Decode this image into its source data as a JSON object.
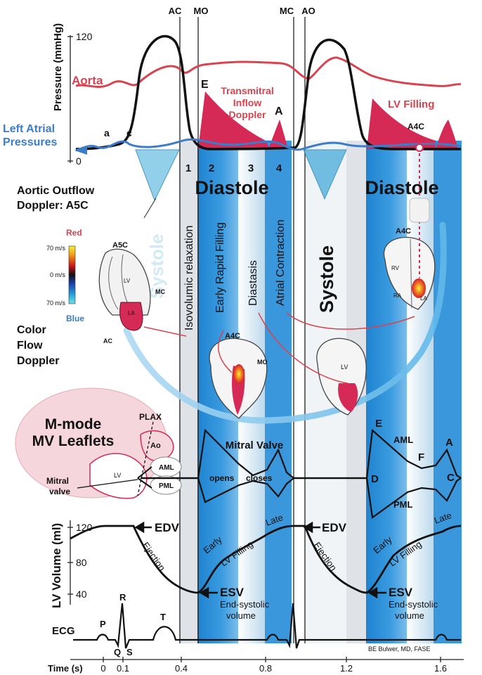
{
  "valve_events": {
    "ac": "AC",
    "mo": "MO",
    "mc": "MC",
    "ao": "AO"
  },
  "axes": {
    "pressure_label": "Pressure (mmHg)",
    "pressure_ticks": [
      "120",
      "0"
    ],
    "volume_label": "LV Volume (ml)",
    "volume_ticks": [
      "120",
      "80",
      "40"
    ],
    "time_label": "Time (s)",
    "time_ticks": [
      "0",
      "0.1",
      "0.4",
      "0.8",
      "1.2",
      "1.6"
    ]
  },
  "pressure": {
    "aorta": "Aorta",
    "left_atrial_1": "Left Atrial",
    "left_atrial_2": "Pressures",
    "wave_a": "a",
    "wave_c": "c",
    "E": "E",
    "A": "A",
    "transmitral_1": "Transmitral",
    "transmitral_2": "Inflow",
    "transmitral_3": "Doppler",
    "lv_filling": "LV Filling",
    "a4c": "A4C"
  },
  "phases": {
    "n1": "1",
    "n2": "2",
    "n3": "3",
    "n4": "4",
    "diastole_1": "Diastole",
    "diastole_2": "Diastole",
    "systole_1": "Systole",
    "systole_ghost": "Systole",
    "isovolumic": "Isovolumic relaxation",
    "early_rapid": "Early Rapid Filling",
    "diastasis": "Diastasis",
    "atrial": "Atrial Contraction"
  },
  "doppler": {
    "aortic_1": "Aortic Outflow",
    "aortic_2": "Doppler: A5C",
    "color_1": "Color",
    "color_2": "Flow",
    "color_3": "Doppler",
    "red": "Red",
    "blue": "Blue",
    "scale_top": "70 m/s",
    "scale_mid": "0 m/s",
    "scale_bot": "70 m/s"
  },
  "heart_labels": {
    "a5c": "A5C",
    "lv": "LV",
    "mc": "MC",
    "la": "LA",
    "ac": "AC",
    "a4c_mid": "A4C",
    "mo": "MO",
    "lv2": "LV",
    "a4c_right": "A4C",
    "rv": "RV",
    "ra": "RA",
    "la2": "LA"
  },
  "mmode": {
    "title_1": "M-mode",
    "title_2": "MV Leaflets",
    "plax": "PLAX",
    "ao": "Ao",
    "aml": "AML",
    "pml": "PML",
    "lv": "LV",
    "mitral_valve_1": "Mitral",
    "mitral_valve_2": "valve",
    "mitral_valve_title": "Mitral Valve",
    "opens": "opens",
    "closes": "closes",
    "E": "E",
    "D": "D",
    "F": "F",
    "A": "A",
    "C": "C",
    "aml_right": "AML",
    "pml_right": "PML"
  },
  "volume": {
    "edv_1": "EDV",
    "edv_2": "EDV",
    "esv_1": "ESV",
    "esv_2": "ESV",
    "esv_desc_1": "End-systolic",
    "esv_desc_2": "volume",
    "esv_desc_3": "End-systolic",
    "esv_desc_4": "volume",
    "ejection_1": "Ejection",
    "ejection_2": "Ejection",
    "early_1": "Early",
    "filling_1": "LV Filling",
    "late_1": "Late",
    "early_2": "Early",
    "filling_2": "LV Filling",
    "late_2": "Late"
  },
  "ecg": {
    "label": "ECG",
    "P": "P",
    "Q": "Q",
    "R": "R",
    "S": "S",
    "T": "T"
  },
  "credit": "BE Bulwer, MD, FASE",
  "colors": {
    "aorta": "#d9434f",
    "atrial": "#3d7cc9",
    "doppler_fill": "#d52a56",
    "blue_band": "#2b8fd6",
    "light_band": "#cfe3f2",
    "gray_band": "#d5d9dd",
    "mmode_pink": "#f6d6dd"
  }
}
